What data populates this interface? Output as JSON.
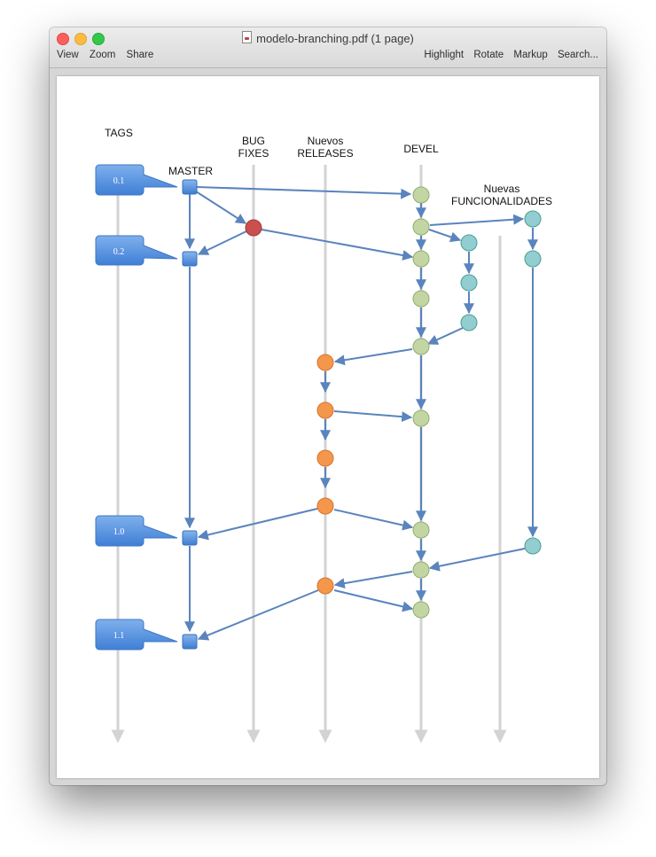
{
  "window": {
    "title": "modelo-branching.pdf (1 page)",
    "toolbar_left": [
      "View",
      "Zoom",
      "Share"
    ],
    "toolbar_right": [
      "Highlight",
      "Rotate",
      "Markup",
      "Search..."
    ]
  },
  "diagram": {
    "lane_labels": {
      "tags": "TAGS",
      "master": "MASTER",
      "bugfixes_1": "BUG",
      "bugfixes_2": "FIXES",
      "releases_1": "Nuevos",
      "releases_2": "RELEASES",
      "devel": "DEVEL",
      "features_1": "Nuevas",
      "features_2": "FUNCIONALIDADES"
    },
    "tags": [
      "0.1",
      "0.2",
      "1.0",
      "1.1"
    ],
    "colors": {
      "master": "#5b93dd",
      "bugfix": "#c9504d",
      "release": "#f5974a",
      "devel": "#c4d5a4",
      "feature": "#92cdd1",
      "edge": "#5a84bd",
      "lane": "#d3d3d3"
    }
  }
}
